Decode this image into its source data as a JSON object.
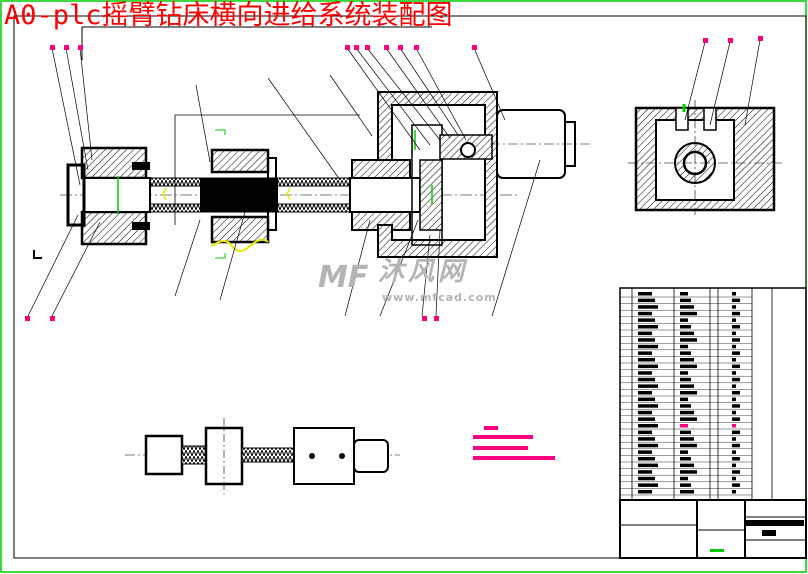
{
  "drawing": {
    "title": "A0-plc摇臂钻床横向进给系统装配图",
    "watermark_logo": "MF",
    "watermark_name": "沐风网",
    "watermark_url": "www.mfcad.com"
  },
  "colors": {
    "title": "#ff0000",
    "border": "#00cc00",
    "lines": "#000000",
    "notes": "#ff0080",
    "highlight": "#ffff00",
    "watermark": "#b4b4b4"
  }
}
